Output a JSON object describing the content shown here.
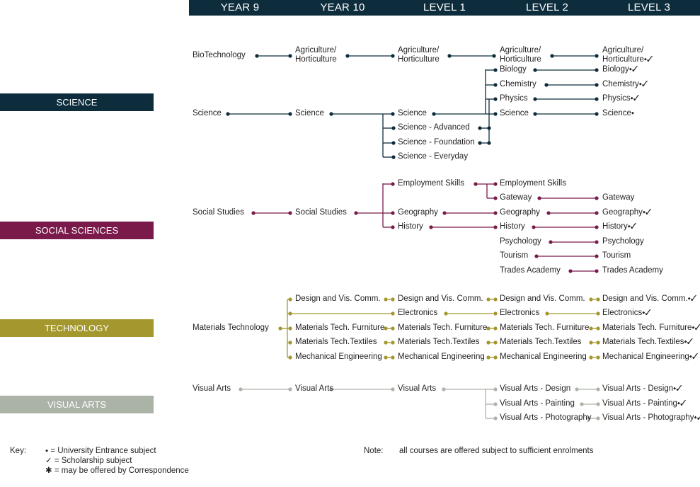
{
  "header": {
    "columns": [
      "YEAR 9",
      "YEAR 10",
      "LEVEL 1",
      "LEVEL 2",
      "LEVEL 3"
    ]
  },
  "colors": {
    "header": "#0e2d3c",
    "science": "#0e2d3c",
    "social_sciences": "#7a1a4a",
    "technology": "#a3972d",
    "visual_arts": "#aab3a6"
  },
  "sections": [
    {
      "id": "science",
      "label": "SCIENCE"
    },
    {
      "id": "social_sciences",
      "label": "SOCIAL SCIENCES"
    },
    {
      "id": "technology",
      "label": "TECHNOLOGY"
    },
    {
      "id": "visual_arts",
      "label": "VISUAL ARTS"
    }
  ],
  "courses": {
    "bio_y9": "BioTechnology",
    "agri_y10": "Agriculture/\nHorticulture",
    "agri_l1": "Agriculture/\nHorticulture",
    "agri_l2": "Agriculture/\nHorticulture",
    "agri_l3": "Agriculture/\nHorticulture⬩✓",
    "sci_y9": "Science",
    "sci_y10": "Science",
    "sci_l1": "Science",
    "sci_adv_l1": "Science - Advanced",
    "sci_fnd_l1": "Science - Foundation",
    "sci_evd_l1": "Science - Everyday",
    "biology_l2": "Biology",
    "chemistry_l2": "Chemistry",
    "physics_l2": "Physics",
    "science_l2": "Science",
    "biology_l3": "Biology⬩✓",
    "chemistry_l3": "Chemistry⬩✓",
    "physics_l3": "Physics⬩✓",
    "science_l3": "Science⬩",
    "ss_y9": "Social Studies",
    "ss_y10": "Social Studies",
    "emp_l1": "Employment Skills",
    "geo_l1": "Geography",
    "hist_l1": "History",
    "emp_l2": "Employment Skills",
    "gateway_l2": "Gateway",
    "geo_l2": "Geography",
    "hist_l2": "History",
    "psych_l2": "Psychology",
    "tour_l2": "Tourism",
    "trades_l2": "Trades Academy",
    "gateway_l3": "Gateway",
    "geo_l3": "Geography⬩✓",
    "hist_l3": "History⬩✓",
    "psych_l3": "Psychology",
    "tour_l3": "Tourism",
    "trades_l3": "Trades Academy",
    "mt_y9": "Materials Technology",
    "dvc_y10": "Design and Vis. Comm.",
    "mtf_y10": "Materials Tech. Furniture",
    "mtt_y10": "Materials Tech.Textiles",
    "me_y10": "Mechanical Engineering",
    "dvc_l1": "Design and Vis. Comm.",
    "elec_l1": "Electronics",
    "mtf_l1": "Materials Tech. Furniture",
    "mtt_l1": "Materials Tech.Textiles",
    "me_l1": "Mechanical Engineering",
    "dvc_l2": "Design and Vis. Comm.",
    "elec_l2": "Electronics",
    "mtf_l2": "Materials Tech. Furniture",
    "mtt_l2": "Materials Tech.Textiles",
    "me_l2": "Mechanical Engineering",
    "dvc_l3": "Design and Vis. Comm.⬩✓",
    "elec_l3": "Electronics⬩✓",
    "mtf_l3": "Materials Tech. Furniture⬩✓",
    "mtt_l3": "Materials Tech.Textiles⬩✓",
    "me_l3": "Mechanical Engineering⬩✓",
    "va_y9": "Visual Arts",
    "va_y10": "Visual Arts",
    "va_l1": "Visual Arts",
    "vad_l2": "Visual Arts - Design",
    "vap_l2": "Visual Arts - Painting",
    "vaph_l2": "Visual Arts - Photography",
    "vad_l3": "Visual Arts - Design⬩✓",
    "vap_l3": "Visual Arts - Painting⬩✓",
    "vaph_l3": "Visual Arts - Photography⬩✓"
  },
  "key": {
    "title": "Key:",
    "items": [
      "⬩ = University Entrance subject",
      "✓ = Scholarship subject",
      "✱ = may be offered by Correspondence"
    ]
  },
  "note": {
    "title": "Note:",
    "text": "all courses are offered subject to sufficient enrolments"
  }
}
